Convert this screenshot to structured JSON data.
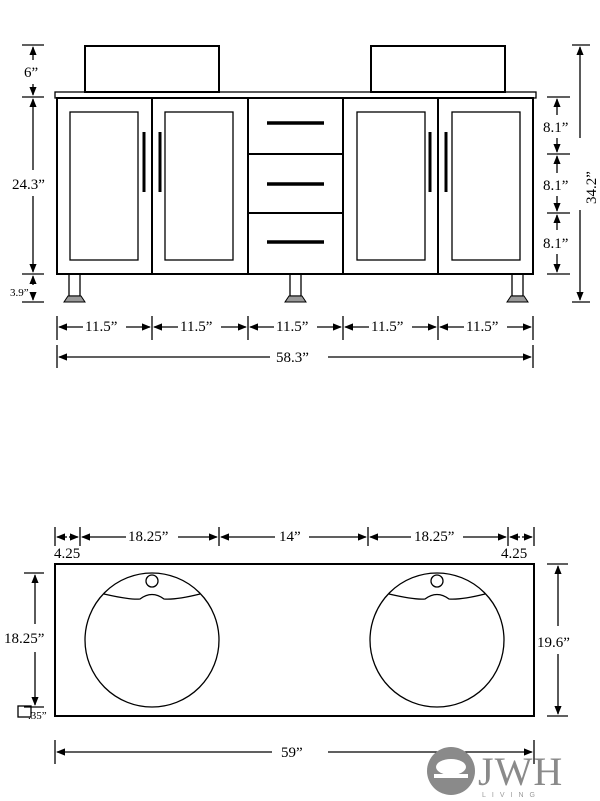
{
  "front_view": {
    "top_height": "6”",
    "cabinet_height": "24.3”",
    "leg_height": "3.9”",
    "drawer_heights": [
      "8.1”",
      "8.1”",
      "8.1”"
    ],
    "total_height": "34.2”",
    "section_widths": [
      "11.5”",
      "11.5”",
      "11.5”",
      "11.5”",
      "11.5”"
    ],
    "total_width": "58.3”"
  },
  "top_view": {
    "left_margin": "4.25",
    "right_margin": "4.25",
    "basin_width_left": "18.25”",
    "basin_gap": "14”",
    "basin_width_right": "18.25”",
    "basin_depth": "18.25”",
    "front_margin": ".35”",
    "total_depth": "19.6”",
    "total_width": "59”"
  },
  "logo": {
    "name": "JWH",
    "tagline": "LIVING"
  }
}
